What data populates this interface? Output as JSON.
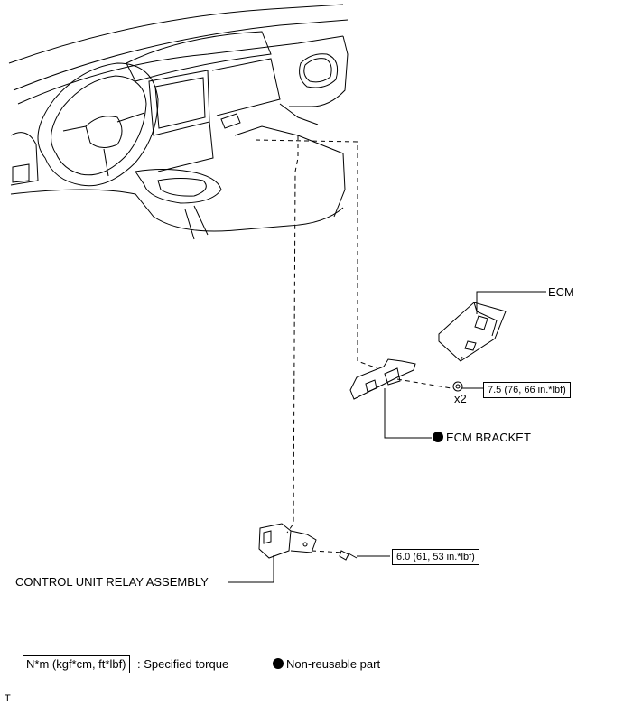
{
  "parts": {
    "ecm": "ECM",
    "ecm_bracket": "ECM BRACKET",
    "relay": "CONTROL UNIT RELAY ASSEMBLY"
  },
  "torques": {
    "nut": "7.5 (76, 66 in.*lbf)",
    "bolt": "6.0 (61, 53 in.*lbf)"
  },
  "quantity": "x2",
  "legend": {
    "torque_box": "N*m (kgf*cm, ft*lbf)",
    "torque_desc": ": Specified torque",
    "nonreusable_desc": "Non-reusable part"
  },
  "corner_mark": "T"
}
